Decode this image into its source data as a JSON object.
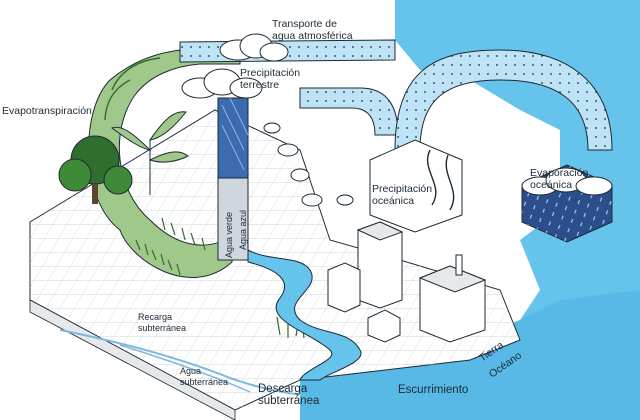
{
  "diagram": {
    "labels": {
      "transport_line1": "Transporte de",
      "transport_line2": "agua atmosférica",
      "evapotranspiration": "Evapotranspiración",
      "precip_land_line1": "Precipitación",
      "precip_land_line2": "terrestre",
      "precip_ocean_line1": "Precipitación",
      "precip_ocean_line2": "oceánica",
      "evap_ocean_line1": "Evaporación",
      "evap_ocean_line2": "oceánica",
      "green_water": "Agua verde",
      "blue_water": "Agua azul",
      "recharge_line1": "Recarga",
      "recharge_line2": "subterránea",
      "groundwater_line1": "Agua",
      "groundwater_line2": "subterránea",
      "discharge_line1": "Descarga",
      "discharge_line2": "subterránea",
      "runoff": "Escurrimiento",
      "land": "Tierra",
      "ocean": "Océano"
    },
    "colors": {
      "ocean": "#66c4ec",
      "water_band": "#bfe3f6",
      "dark_water": "#3c6bb0",
      "deep_blue": "#2c4f8c",
      "green_flow": "#9fc88a",
      "vegetation": "#2f6e2c",
      "ink": "#1d2a35"
    }
  }
}
